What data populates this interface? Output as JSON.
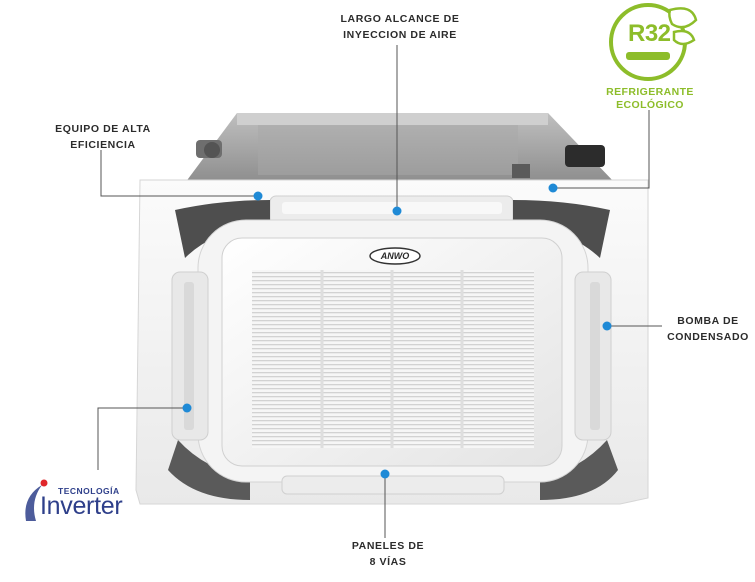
{
  "labels": {
    "largo_line1": "LARGO ALCANCE DE",
    "largo_line2": "INYECCION DE AIRE",
    "equipo_line1": "EQUIPO DE ALTA",
    "equipo_line2": "EFICIENCIA",
    "bomba_line1": "BOMBA DE",
    "bomba_line2": "CONDENSADO",
    "paneles_line1": "PANELES DE",
    "paneles_line2": "8 VÍAS"
  },
  "badge": {
    "code": "R32",
    "caption_line1": "REFRIGERANTE",
    "caption_line2": "ECOLÓGICO",
    "color": "#8dbd2a"
  },
  "inverter": {
    "prefix": "TECNOLOGÍA",
    "word": "Inverter",
    "color": "#2e3f8a",
    "dot_color": "#e0262b"
  },
  "product": {
    "brand": "ANWO"
  },
  "colors": {
    "marker": "#1f8ad6",
    "leader": "#555555"
  }
}
